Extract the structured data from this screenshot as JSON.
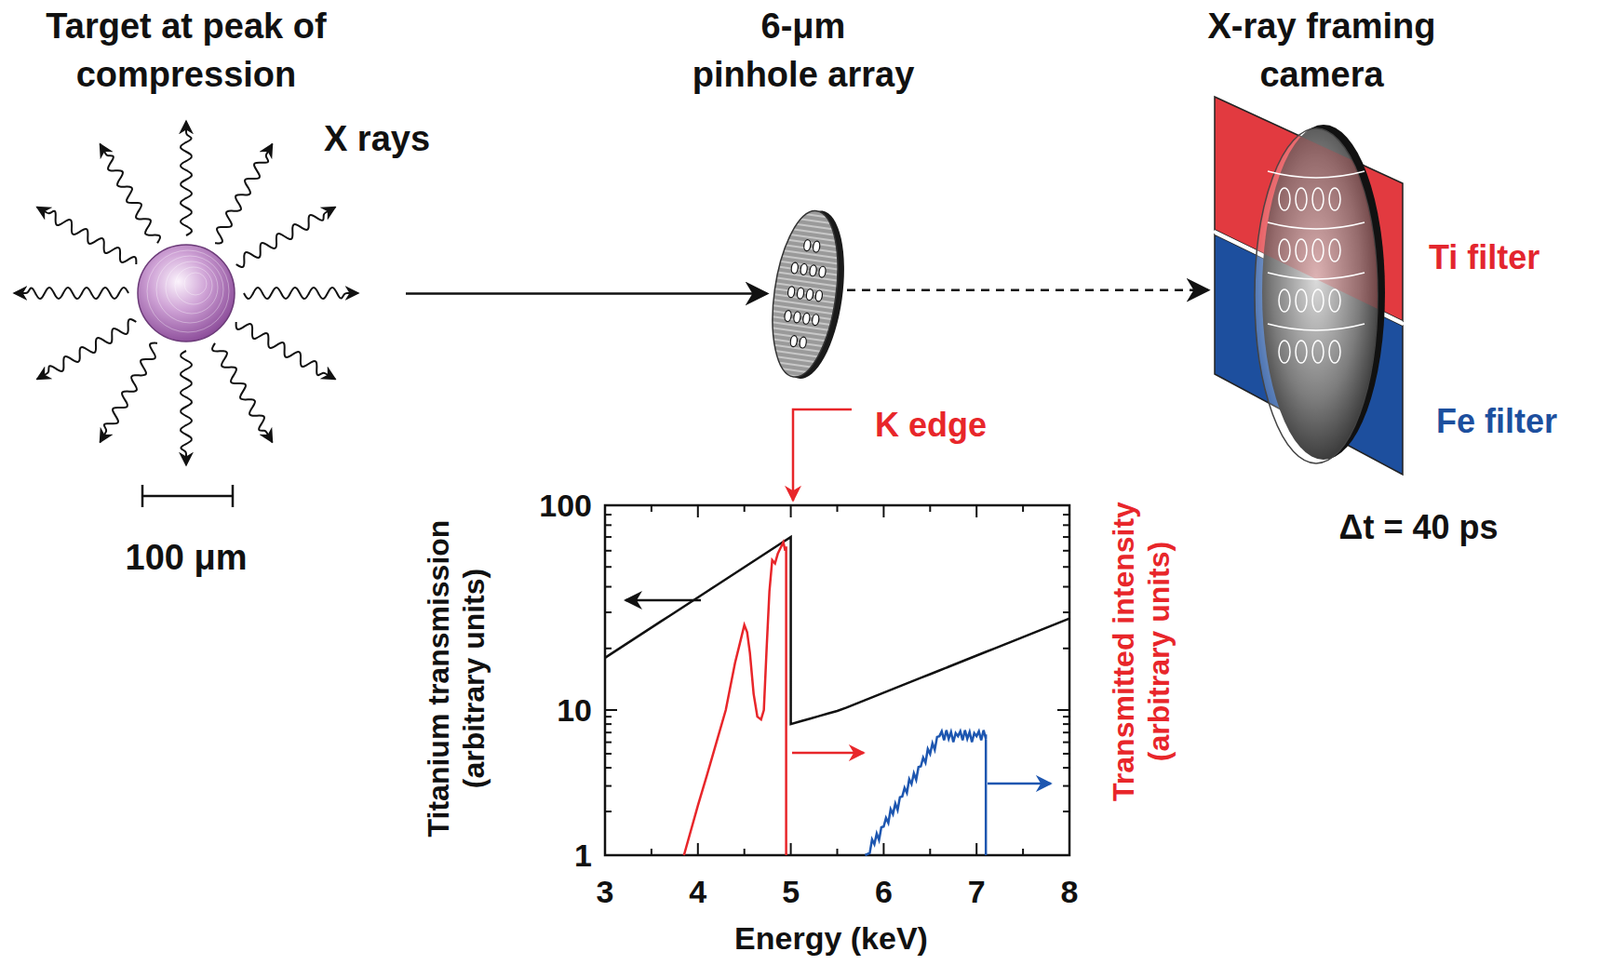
{
  "diagram": {
    "nodes": [
      {
        "text": [
          "Target at peak of compression"
        ]
      },
      {
        "text": [
          "6-μm pinhole array"
        ]
      },
      {
        "text": [
          "X-ray framing camera"
        ]
      },
      {
        "text": [
          "Ti filter"
        ],
        "in": 2
      },
      {
        "text": [
          "Fe filter"
        ],
        "in": 2
      }
    ],
    "edges": [
      {
        "from": 0,
        "to": 1,
        "arrow": "to"
      },
      {
        "from": 1,
        "to": 2,
        "arrow": "to"
      }
    ],
    "labels": [
      "X rays",
      "100 μm",
      "Δt = 40 ps",
      "K edge",
      "Titanium transmission (arbitrary units)",
      "Transmitted intensity (arbitrary units)",
      "100",
      "10",
      "1",
      "3",
      "4",
      "5",
      "6",
      "7",
      "8",
      "Energy (keV)"
    ]
  }
}
